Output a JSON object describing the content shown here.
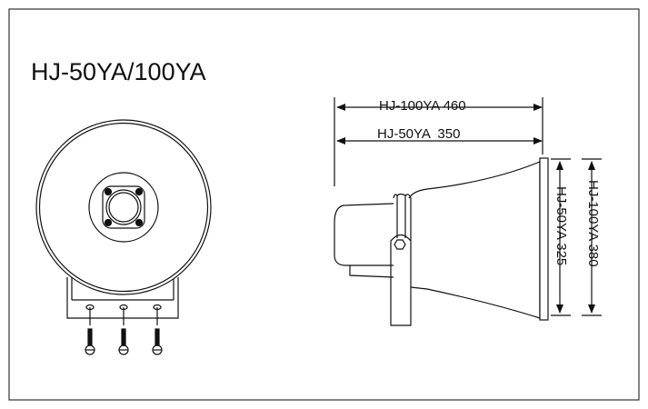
{
  "title": "HJ-50YA/100YA",
  "dimensions": {
    "length_100": "HJ-100YA 460",
    "length_50": "HJ-50YA  350",
    "height_50": "HJ-50YA 325",
    "height_100": "HJ-100YA 380"
  }
}
